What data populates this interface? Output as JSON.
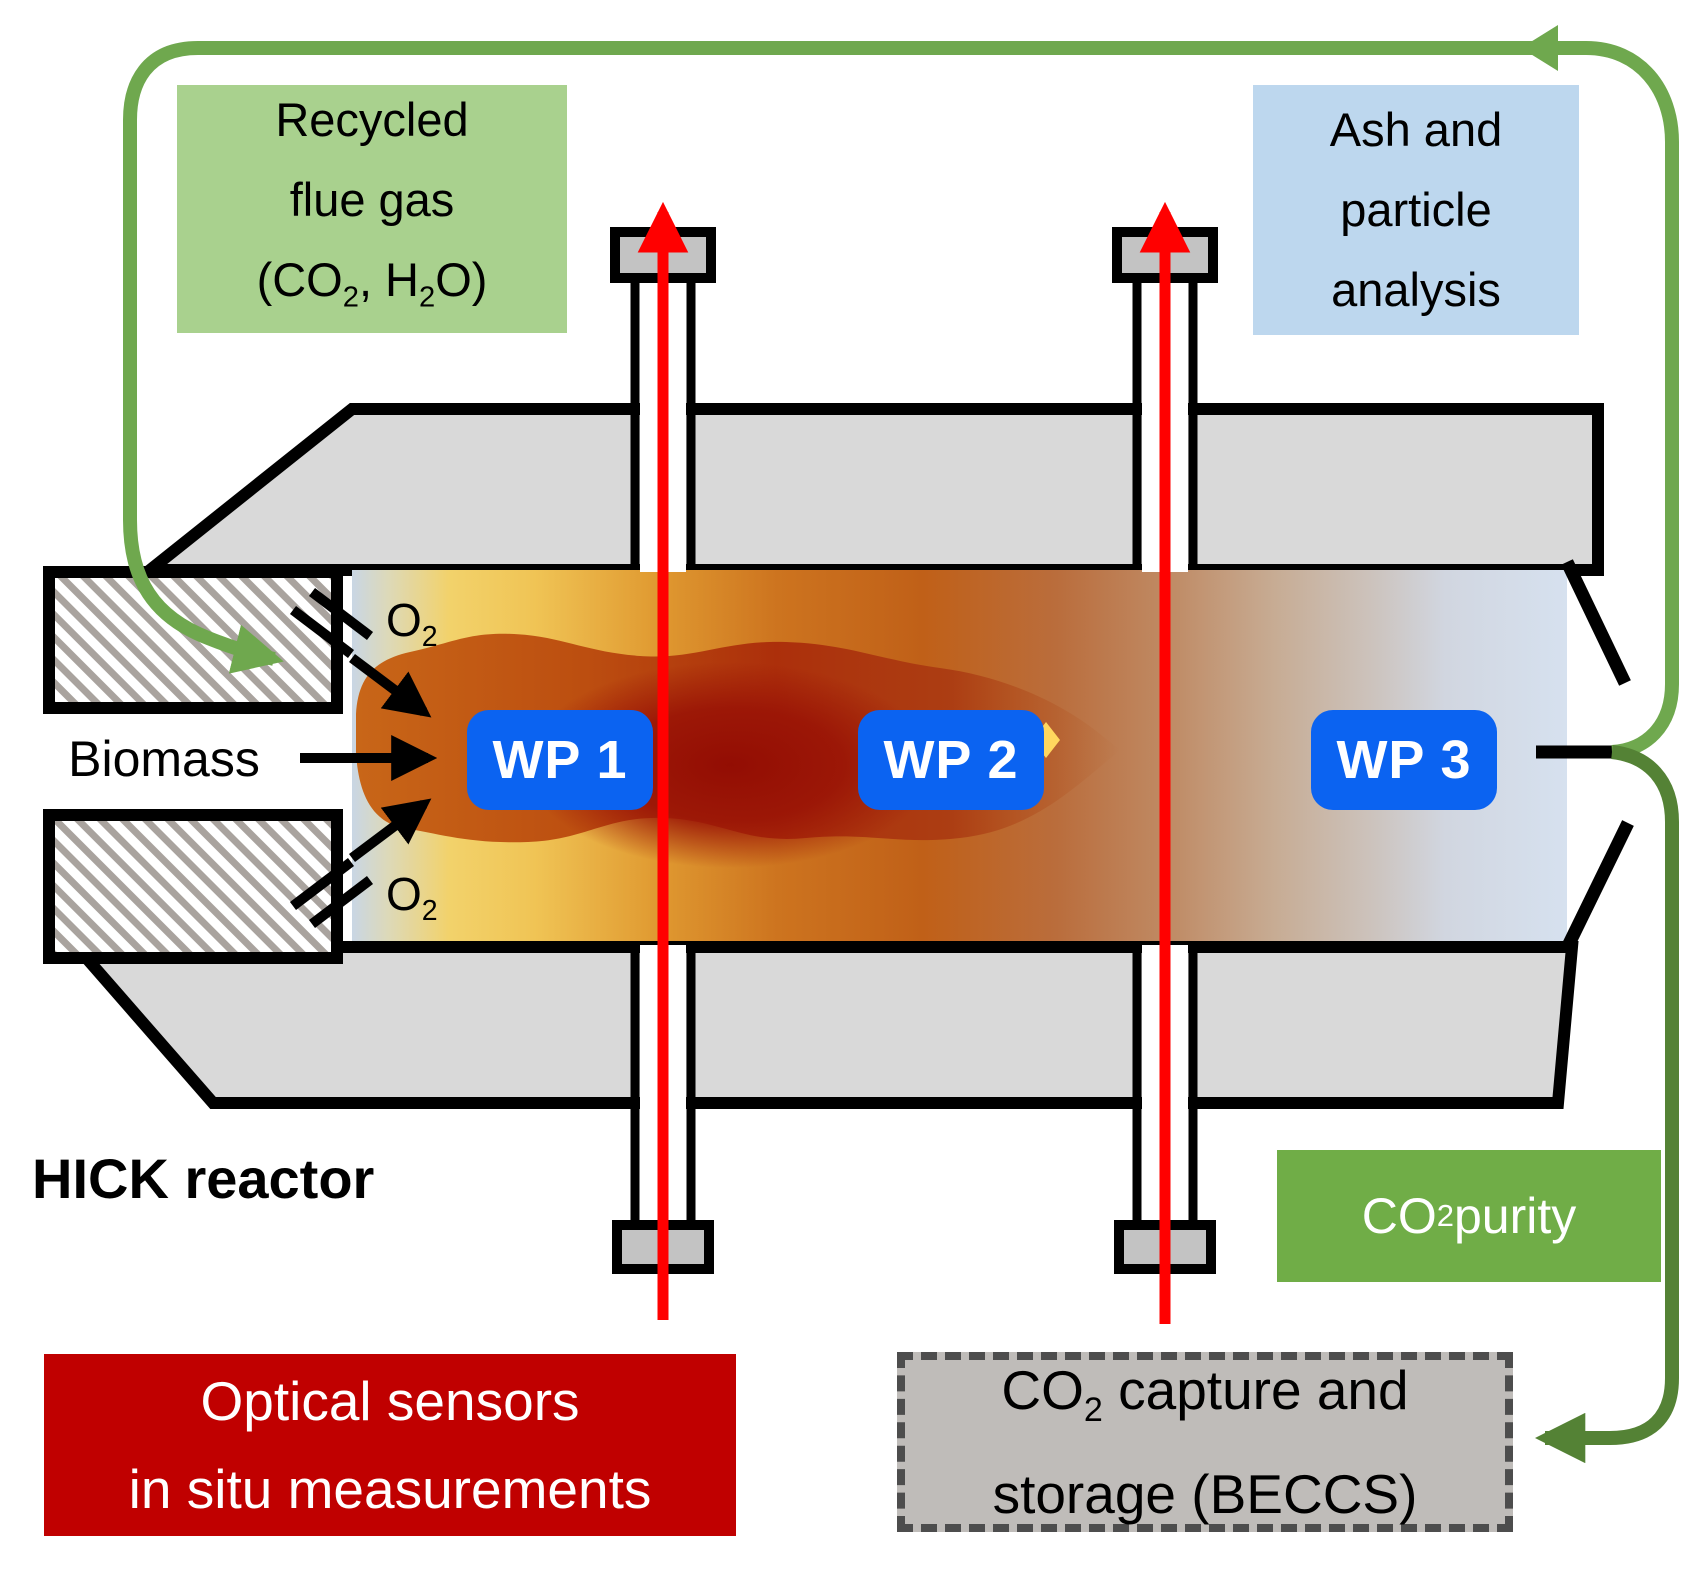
{
  "figure_title": "HICK reactor",
  "colors": {
    "flow_green": "#6FA84E",
    "dark_green": "#548235",
    "accent_green": "#70AD47",
    "light_green_fill": "#A9D18E",
    "light_blue_fill": "#BDD7EE",
    "wp_blue": "#0B63F1",
    "banner_red": "#C00000",
    "laser_red": "#FF0000",
    "wall_gray": "#D9D9D9",
    "flange_gray": "#C3C3C3",
    "beccs_gray": "#BFBCB9"
  },
  "recycled_box": {
    "line1": "Recycled",
    "line2": "flue gas",
    "l3a": "(CO",
    "l3s1": "2",
    "l3b": ", H",
    "l3s2": "2",
    "l3c": "O)"
  },
  "ash_box": {
    "line1": "Ash and",
    "line2": "particle",
    "line3": "analysis"
  },
  "o2": {
    "base": "O",
    "sub": "2"
  },
  "biomass_label": "Biomass",
  "wp_boxes": [
    {
      "label": "WP 1"
    },
    {
      "label": "WP 2"
    },
    {
      "label": "WP 3"
    }
  ],
  "reactor_label": "HICK reactor",
  "optical_box": {
    "line1": "Optical sensors",
    "line2": "in situ measurements"
  },
  "co2_purity_box": {
    "a": "CO",
    "sub": "2",
    "b": " purity"
  },
  "beccs_box": {
    "l1a": "CO",
    "l1sub": "2",
    "l1b": " capture and",
    "line2": "storage (BECCS)"
  }
}
